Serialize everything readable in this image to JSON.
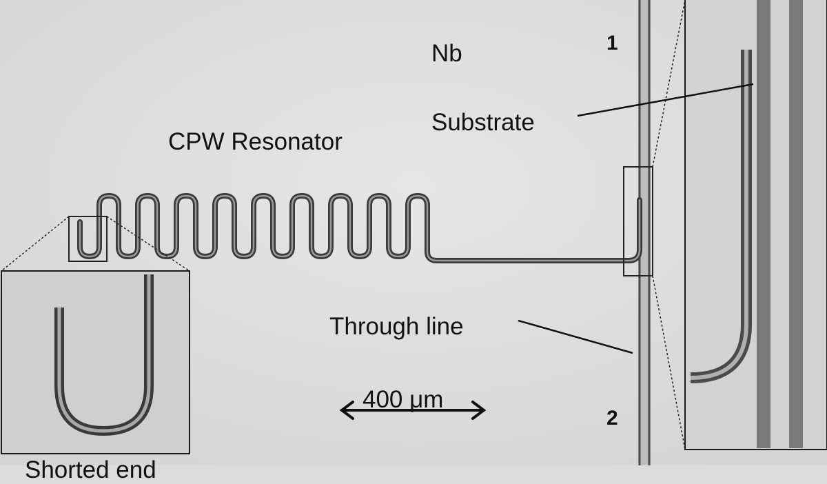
{
  "labels": {
    "material": "Nb",
    "substrate": "Substrate",
    "resonator": "CPW Resonator",
    "through_line": "Through line",
    "scale_bar": "400 μm",
    "port_1": "1",
    "port_2": "2",
    "bottom_caption_partial": "Shorted end"
  }
}
